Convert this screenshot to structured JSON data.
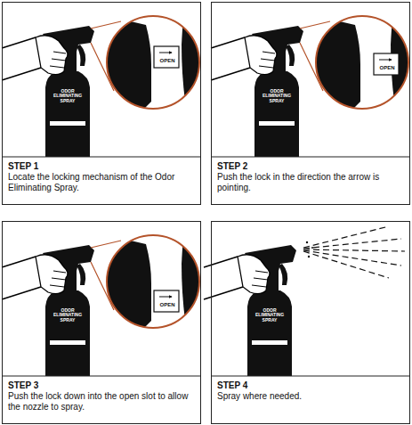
{
  "diagram": {
    "nodes": [
      {
        "text": [
          "STEP 1",
          "Locate the locking mechanism of the Odor Eliminating Spray."
        ]
      },
      {
        "text": [
          "STEP 2",
          "Push the lock in the direction the arrow is pointing."
        ]
      },
      {
        "text": [
          "STEP 3",
          "Push the lock down into the open slot to allow the nozzle to spray."
        ]
      },
      {
        "text": [
          "STEP 4",
          "Spray where needed."
        ]
      }
    ],
    "labels": [
      "ODOR ELIMINATING SPRAY",
      "OPEN",
      "ODOR ELIMINATING SPRAY",
      "OPEN",
      "ODOR ELIMINATING SPRAY",
      "OPEN",
      "ODOR ELIMINATING SPRAY"
    ]
  }
}
